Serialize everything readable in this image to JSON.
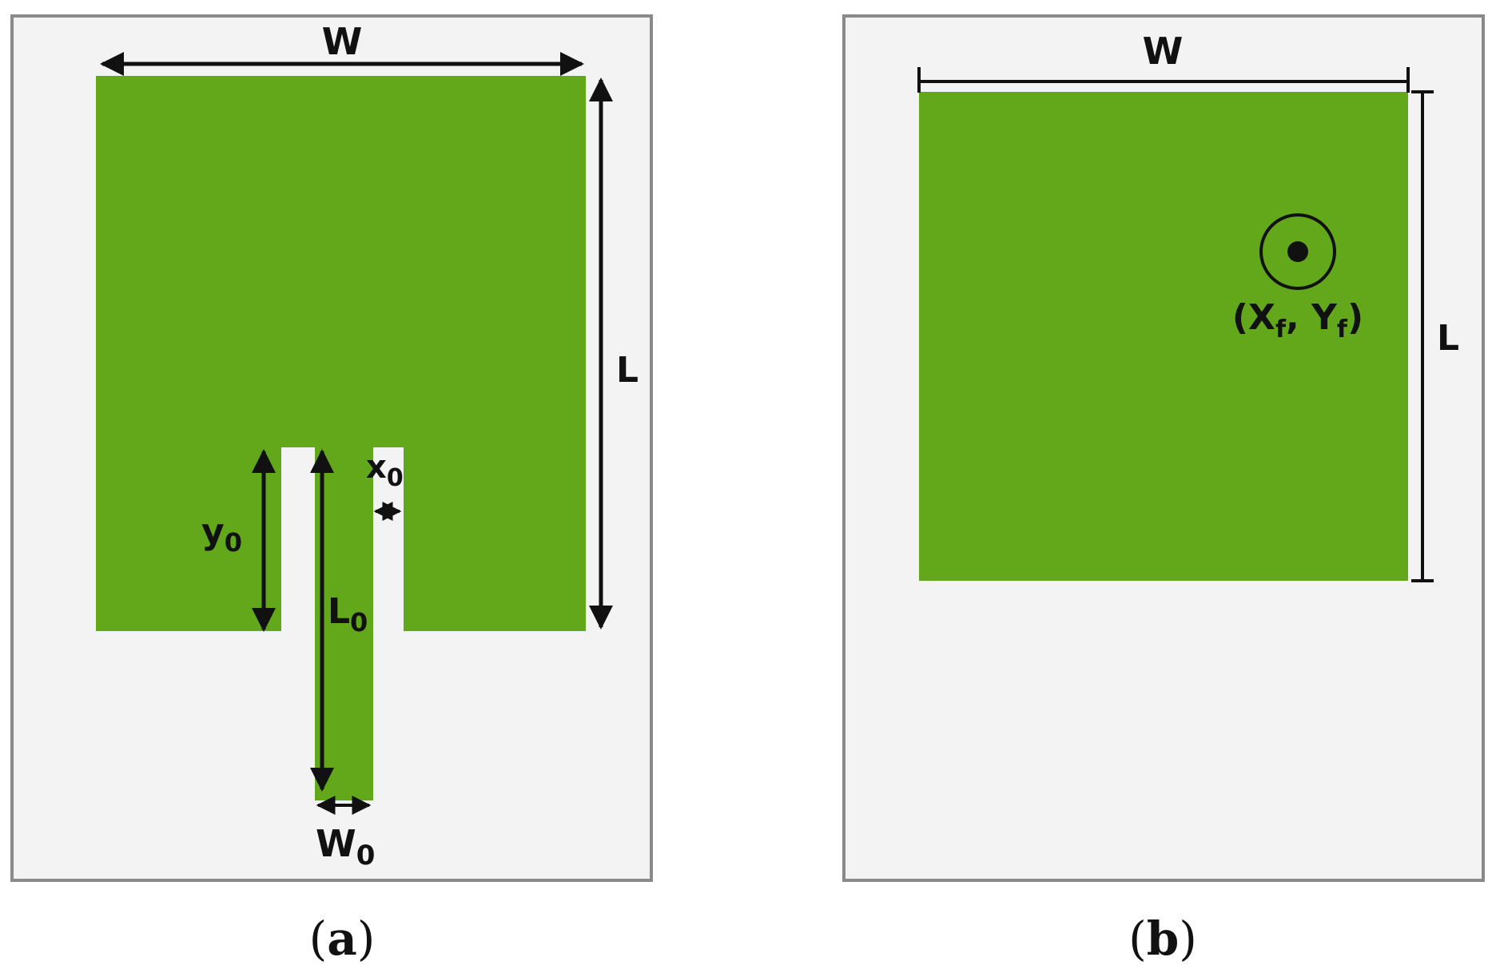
{
  "colors": {
    "substrate": "#f3f3f3",
    "substrate_border": "#8a8a8a",
    "patch": "#63a81a",
    "line": "#111111"
  },
  "panel_a": {
    "labels": {
      "W": "W",
      "L": "L",
      "x0_main": "x",
      "x0_sub": "0",
      "y0_main": "y",
      "y0_sub": "0",
      "L0_main": "L",
      "L0_sub": "0",
      "W0_main": "W",
      "W0_sub": "0"
    },
    "caption": {
      "open": "(",
      "letter": "a",
      "close": ")"
    }
  },
  "panel_b": {
    "labels": {
      "W": "W",
      "L": "L",
      "feed_open": "(X",
      "feed_sub1": "f",
      "feed_mid": ", Y",
      "feed_sub2": "f",
      "feed_close": ")"
    },
    "caption": {
      "open": "(",
      "letter": "b",
      "close": ")"
    }
  }
}
